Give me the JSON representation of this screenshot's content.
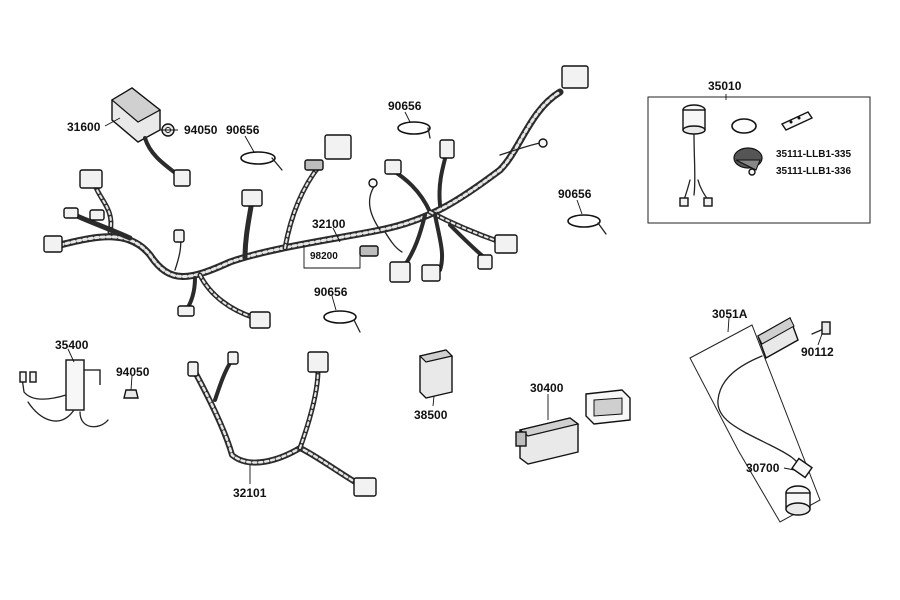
{
  "labels": {
    "p31600": "31600",
    "p94050a": "94050",
    "p90656a": "90656",
    "p90656b": "90656",
    "p90656c": "90656",
    "p90656d": "90656",
    "p32100": "32100",
    "p98200": "98200",
    "p35010": "35010",
    "p35111a": "35111-LLB1-335",
    "p35111b": "35111-LLB1-336",
    "p35400": "35400",
    "p94050b": "94050",
    "p32101": "32101",
    "p38500": "38500",
    "p30400": "30400",
    "p3051A": "3051A",
    "p90112": "90112",
    "p30700": "30700"
  }
}
